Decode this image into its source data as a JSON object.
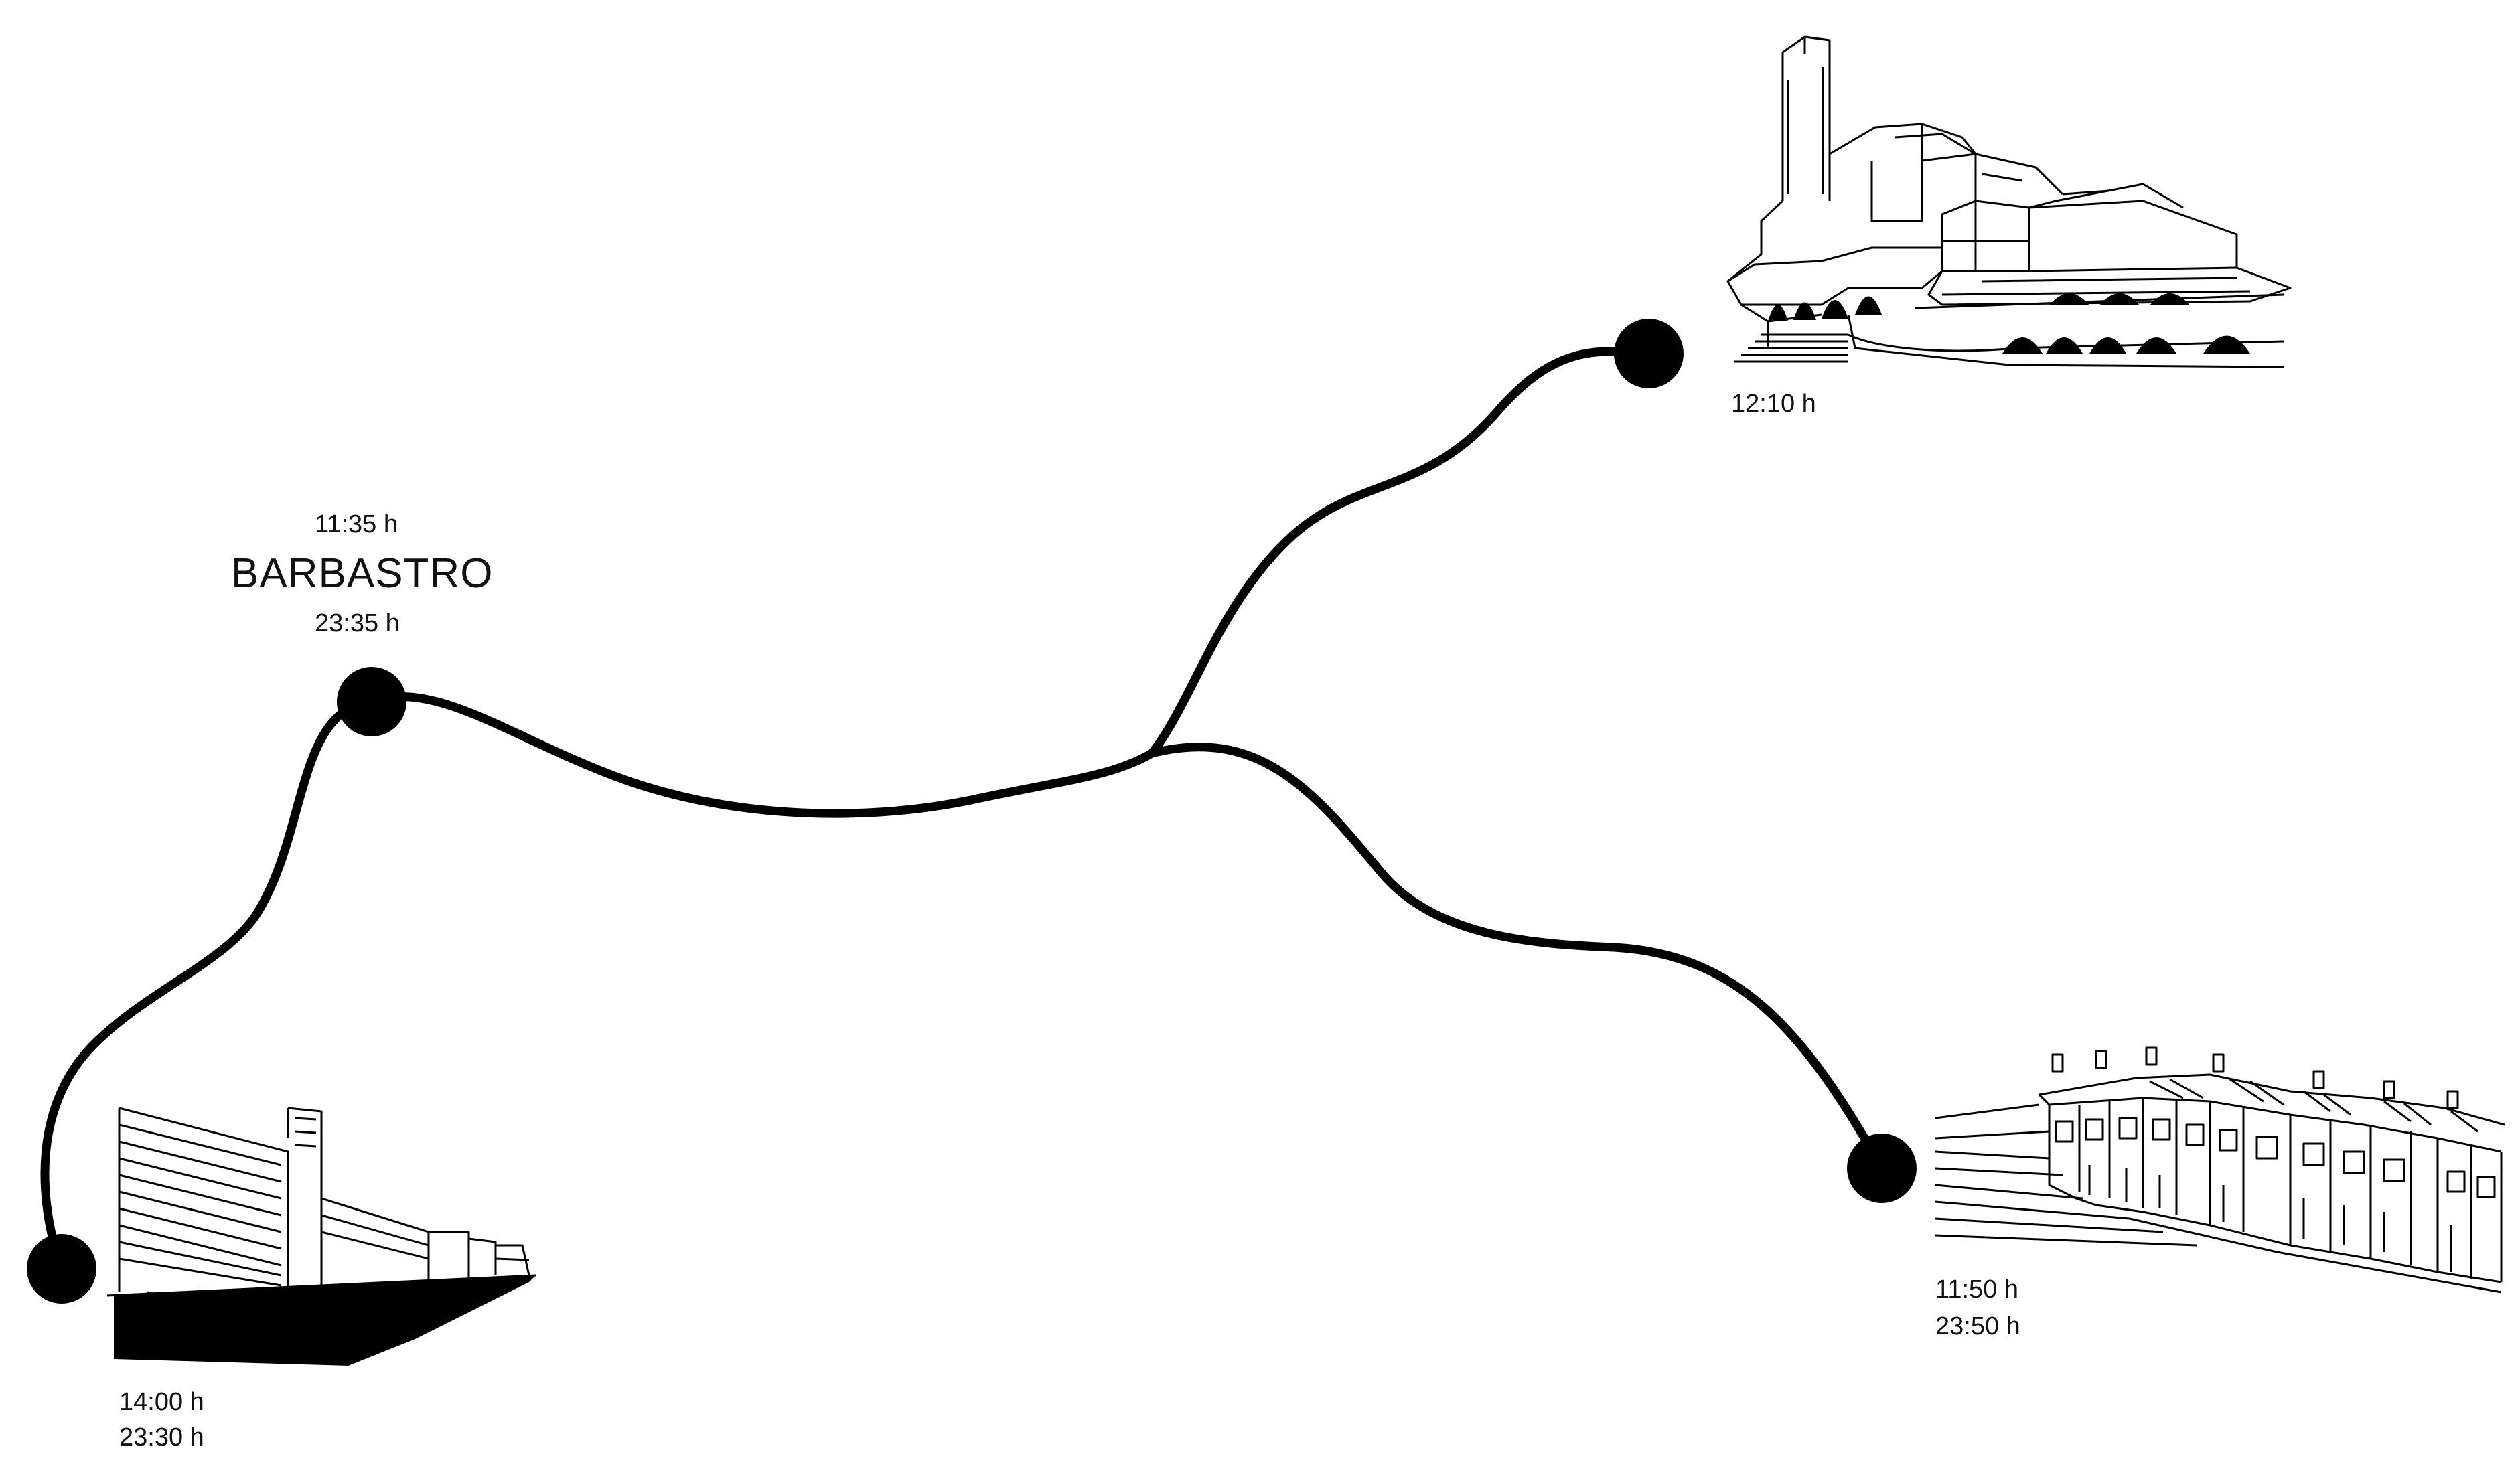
{
  "colors": {
    "line": "#000000",
    "background": "#ffffff",
    "text": "#111111"
  },
  "stops": {
    "barbastro": {
      "name": "BARBASTRO",
      "time_top": "11:35 h",
      "time_bottom": "23:35 h"
    },
    "north_east": {
      "time": "12:10 h",
      "illustration": "church-sketch"
    },
    "south_east": {
      "time_top": "11:50 h",
      "time_bottom": "23:50 h",
      "illustration": "row-houses-sketch"
    },
    "south_west": {
      "time_top": "14:00 h",
      "time_bottom": "23:30 h",
      "illustration": "factory-sketch"
    }
  }
}
